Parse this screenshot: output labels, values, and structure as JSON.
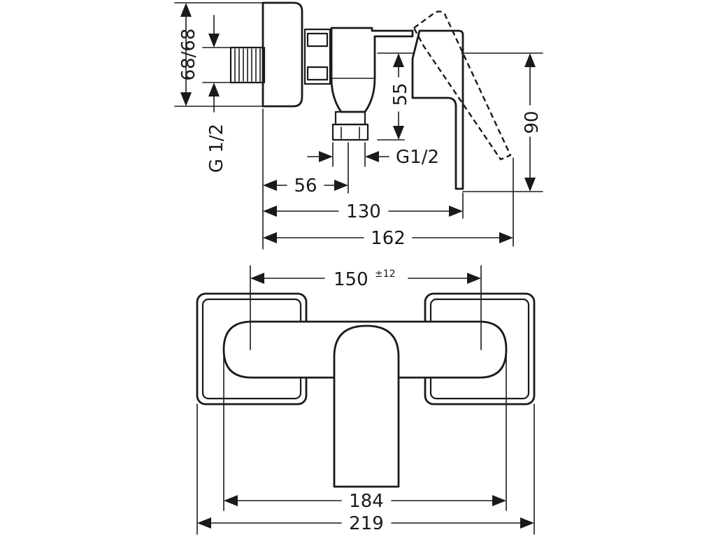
{
  "side_view": {
    "dimensions": {
      "wall_depth": "68/68",
      "inlet_thread": "G 1/2",
      "outlet_thread": "G1/2",
      "outlet_offset": "56",
      "lever_height_offset": "55",
      "total_height": "90",
      "body_length": "130",
      "max_length": "162"
    }
  },
  "front_view": {
    "dimensions": {
      "center_distance": "150",
      "center_tolerance": "±12",
      "body_width": "184",
      "total_width": "219"
    }
  },
  "colors": {
    "line": "#1a1a1a",
    "background": "#ffffff"
  }
}
